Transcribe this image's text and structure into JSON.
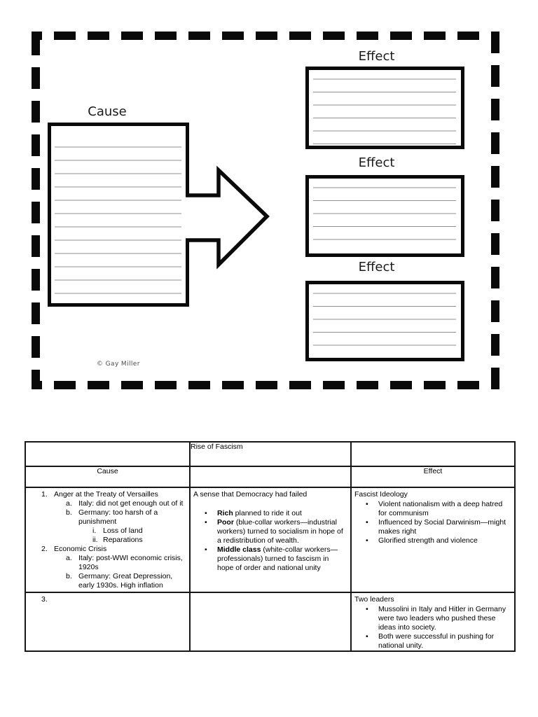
{
  "organizer": {
    "cause_label": "Cause",
    "effect_label_1": "Effect",
    "effect_label_2": "Effect",
    "effect_label_3": "Effect",
    "watermark": "© Gay Miller",
    "line_color": "#8f8f8f",
    "border_color": "#0a0a0a"
  },
  "table": {
    "title": "Rise of Fascism",
    "accent_color": "#4472C4",
    "cause_header": "Cause",
    "effect_header": "Effect",
    "main_row": {
      "cause_outline": [
        {
          "marker": "1.",
          "text": "Anger at the Treaty of Versailles"
        },
        {
          "marker": "a.",
          "text": "Italy: did not get enough out of it"
        },
        {
          "marker": "b.",
          "text": "Germany: too harsh of a punishment"
        },
        {
          "marker": "i.",
          "text": "Loss of land"
        },
        {
          "marker": "ii.",
          "text": "Reparations"
        },
        {
          "marker": "2.",
          "text": "Economic Crisis"
        },
        {
          "marker": "a.",
          "text": "Italy: post-WWI economic crisis, 1920s"
        },
        {
          "marker": "b.",
          "text": "Germany: Great Depression, early 1930s. High inflation"
        }
      ],
      "center_heading": "A sense that Democracy had failed",
      "center_bullets": [
        {
          "lead": "Rich",
          "rest": " planned to ride it out"
        },
        {
          "lead": "Poor",
          "rest": " (blue-collar workers—industrial workers) turned to socialism in hope of a redistribution of wealth."
        },
        {
          "lead": "Middle class",
          "rest": " (white-collar workers—professionals) turned to fascism in hope of order and national unity"
        }
      ],
      "effect_heading": "Fascist Ideology",
      "effect_bullets": [
        {
          "text": "Violent nationalism with a deep hatred for communism"
        },
        {
          "text": "Influenced by Social Darwinism—might makes right"
        },
        {
          "text": "Glorified strength and violence"
        }
      ]
    },
    "bottom_row": {
      "cause_marker": "3.",
      "effect_heading": "Two leaders",
      "effect_bullets": [
        {
          "text": "Mussolini in Italy and Hitler in Germany were two leaders who pushed these ideas into society."
        },
        {
          "text": "Both were successful in pushing for national unity."
        }
      ]
    }
  }
}
